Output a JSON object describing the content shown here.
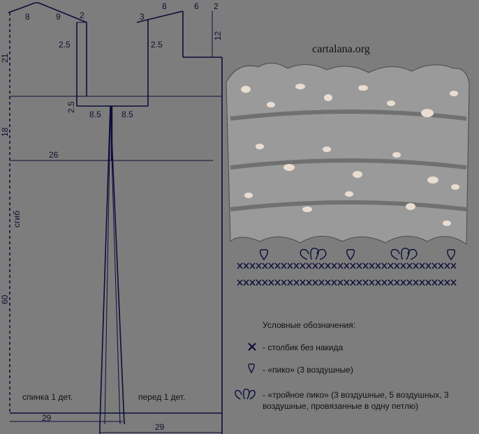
{
  "site": "cartalana.org",
  "pattern_dims": {
    "top_neck_left": "8",
    "top_9": "9",
    "top_left_2": "2",
    "top_right_3": "3",
    "top_right_8": "8",
    "top_right_6": "6",
    "top_right_2": "2",
    "right_12": "12",
    "left_21": "21",
    "armhole_left": "2.5",
    "armhole_right": "2.5",
    "under_armhole": "2.5",
    "half_left": "8.5",
    "half_right": "8.5",
    "left_18": "18",
    "width_26": "26",
    "fold_label": "сгиб",
    "left_60": "60",
    "bottom_left": "29",
    "bottom_right": "29"
  },
  "piece_labels": {
    "back": "спинка 1 дет.",
    "front": "перед 1 дет."
  },
  "legend": {
    "title": "Условные обозначения:",
    "items": [
      {
        "icon": "cross-icon",
        "text": "- столбик без накида"
      },
      {
        "icon": "picot-icon",
        "text": "- «пико» (3 воздушные)"
      },
      {
        "icon": "triple-picot-icon",
        "text": "- «тройное пико» (3 воздушные, 5 воздушных, 3 воздушные, провязанные в одну петлю)"
      }
    ]
  },
  "colors": {
    "background": "#7d7d7d",
    "lines": "#0d0d3a",
    "text": "#111111"
  }
}
